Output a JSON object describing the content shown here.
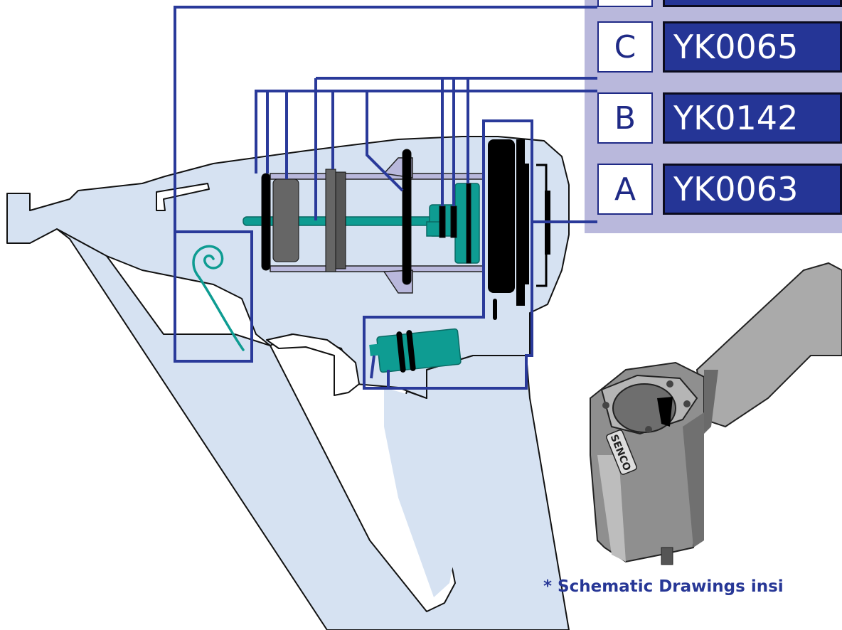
{
  "kits": [
    {
      "letter": "",
      "code": ""
    },
    {
      "letter": "C",
      "code": "YK0065"
    },
    {
      "letter": "B",
      "code": "YK0142"
    },
    {
      "letter": "A",
      "code": "YK0063"
    }
  ],
  "footnote": "* Schematic Drawings insi",
  "product_brand": "SENCO",
  "colors": {
    "tool_fill": "#d6e2f2",
    "leader_line": "#2a3a9a",
    "teal_part": "#0e9c92",
    "panel_bg": "#b9b8dc",
    "code_bg": "#253596"
  }
}
